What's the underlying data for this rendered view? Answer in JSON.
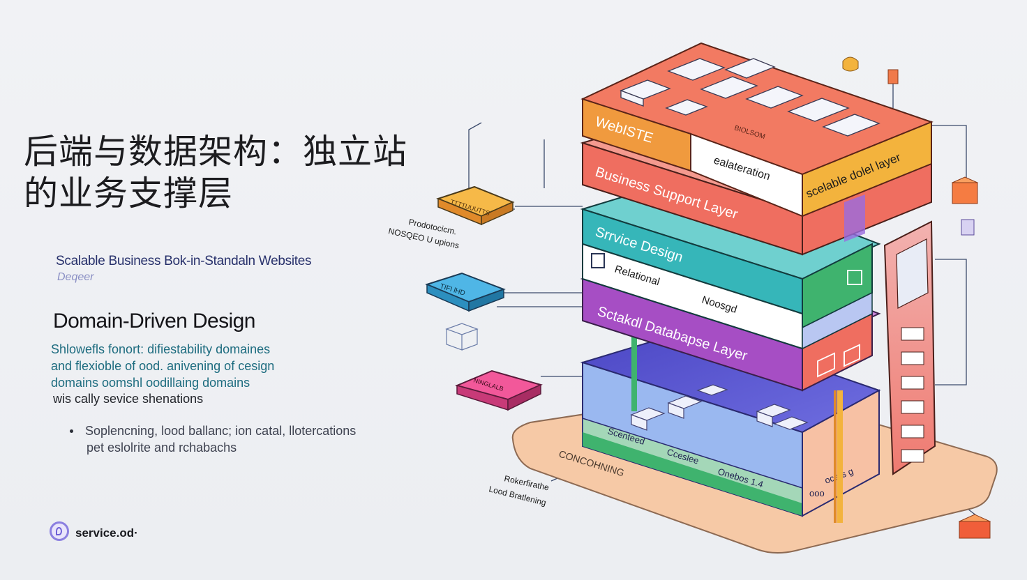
{
  "title_line1": "后端与数据架构：独立站",
  "title_line2": "的业务支撑层",
  "subtitle": "Scalable Business Bok-in-Standaln Websites",
  "subtitle2": "Deqeer",
  "section_heading": "Domain-Driven Design",
  "description": [
    "Shlowefls fonort: difiestability domaines",
    "and flexioble of ood. anivening of cesign",
    "domains oomshl oodillaing domains"
  ],
  "description_last": "wis cally sevice shenations",
  "bullet_line1": "Soplencning, lood ballanc; ion catal, llotercations",
  "bullet_line2": "pet eslolrite and rchabachs",
  "brand": "service.od·",
  "stack": {
    "website": "WebISTE",
    "website_mid": "ealateration",
    "website_right": "scelable dolel layer",
    "website_small": "BIOLSOM",
    "business": "Business Support Layer",
    "service": "Srrvice Design",
    "relational": "Relational",
    "nosql": "Noosgd",
    "database": "Sctakdl Databapse Layer",
    "base1": "Scenteed",
    "base2": "Cceslee",
    "base3": "Onebos 1.4",
    "base4": "ocers g",
    "base5": "ooo",
    "platform": "CONCOHNING"
  },
  "callouts": {
    "orange_box": "TTTTUUUTTS",
    "blue_box": "TIFI lHD",
    "pink_box": "NINGLALB",
    "note1a": "Prodotocicm.",
    "note1b": "NOSQEO U upions",
    "note2a": "Rokerfirathe",
    "note2b": "Lood Bratlening"
  },
  "colors": {
    "orange": "#f09a3e",
    "coral": "#ef6e60",
    "teal": "#36b6b9",
    "green": "#3fb36e",
    "purple": "#a64ec4",
    "indigo": "#5b5bd1",
    "peach": "#f6c9a6",
    "yellow": "#f3b33d"
  }
}
